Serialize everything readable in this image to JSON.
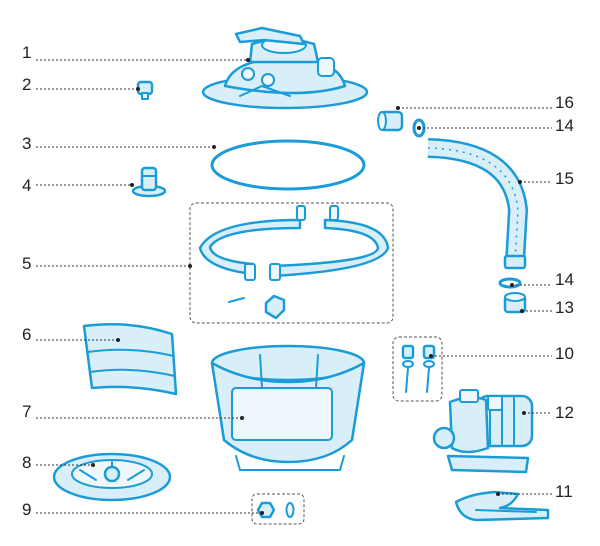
{
  "callouts": [
    {
      "id": "1",
      "label": "1"
    },
    {
      "id": "2",
      "label": "2"
    },
    {
      "id": "3",
      "label": "3"
    },
    {
      "id": "4",
      "label": "4"
    },
    {
      "id": "5",
      "label": "5"
    },
    {
      "id": "6",
      "label": "6"
    },
    {
      "id": "7",
      "label": "7"
    },
    {
      "id": "8",
      "label": "8"
    },
    {
      "id": "9",
      "label": "9"
    },
    {
      "id": "10",
      "label": "10"
    },
    {
      "id": "11",
      "label": "11"
    },
    {
      "id": "12",
      "label": "12"
    },
    {
      "id": "13",
      "label": "13"
    },
    {
      "id": "14a",
      "label": "14"
    },
    {
      "id": "14b",
      "label": "14"
    },
    {
      "id": "15",
      "label": "15"
    },
    {
      "id": "16",
      "label": "16"
    }
  ],
  "colors": {
    "part_stroke": "#1b9bd7",
    "part_fill": "#d8eff9",
    "leader": "#333333"
  }
}
